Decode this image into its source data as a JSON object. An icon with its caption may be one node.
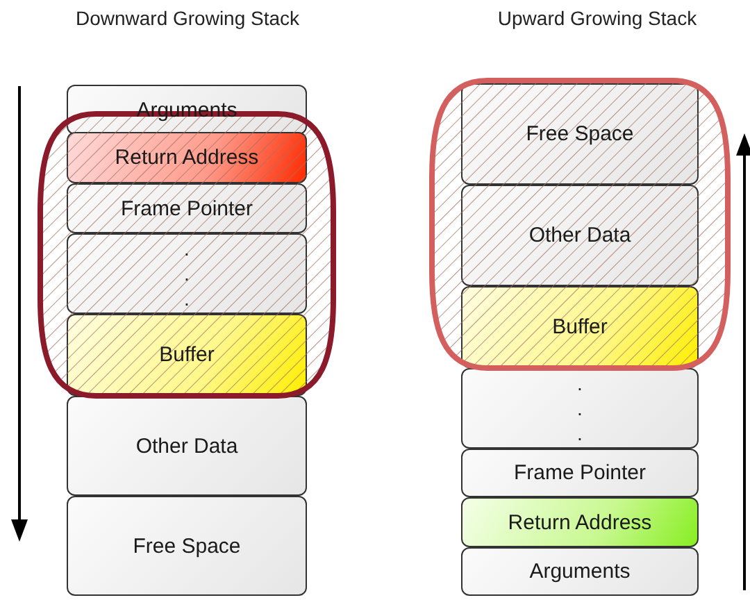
{
  "diagram": {
    "nodes": [
      {
        "text": [
          "Arguments"
        ]
      },
      {
        "text": [
          "Return Address"
        ]
      },
      {
        "text": [
          "Frame Pointer"
        ]
      },
      {
        "text": [
          ". . ."
        ]
      },
      {
        "text": [
          "Buffer"
        ]
      },
      {
        "text": [
          "Other Data"
        ]
      },
      {
        "text": [
          "Free Space"
        ]
      },
      {
        "text": [
          "Free Space"
        ]
      },
      {
        "text": [
          "Other Data"
        ]
      },
      {
        "text": [
          "Buffer"
        ]
      },
      {
        "text": [
          ". . ."
        ]
      },
      {
        "text": [
          "Frame Pointer"
        ]
      },
      {
        "text": [
          "Return Address"
        ]
      },
      {
        "text": [
          "Arguments"
        ]
      }
    ],
    "edges": [],
    "labels": [
      "Downward Growing Stack",
      "Upward Growing Stack"
    ]
  }
}
